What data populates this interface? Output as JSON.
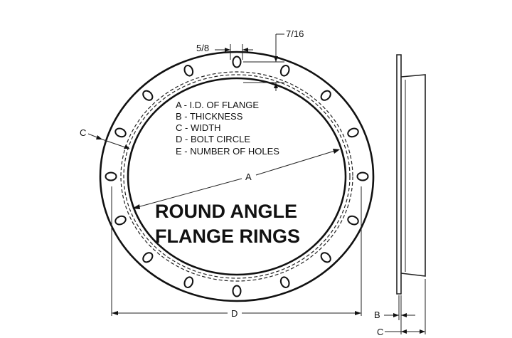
{
  "title_lines": [
    "ROUND ANGLE",
    "FLANGE RINGS"
  ],
  "legend": [
    "A - I.D. OF FLANGE",
    "B - THICKNESS",
    "C - WIDTH",
    "D - BOLT CIRCLE",
    "E - NUMBER OF HOLES"
  ],
  "dimensions": {
    "hole_width": "5/8",
    "hole_offset": "7/16",
    "width_label": "C",
    "inner_diameter_label": "A",
    "bolt_circle_label": "D",
    "side_thickness_label": "B",
    "side_width_label": "C"
  },
  "hole_count_shown": 16,
  "colors": {
    "line": "#111111",
    "background": "#ffffff"
  }
}
